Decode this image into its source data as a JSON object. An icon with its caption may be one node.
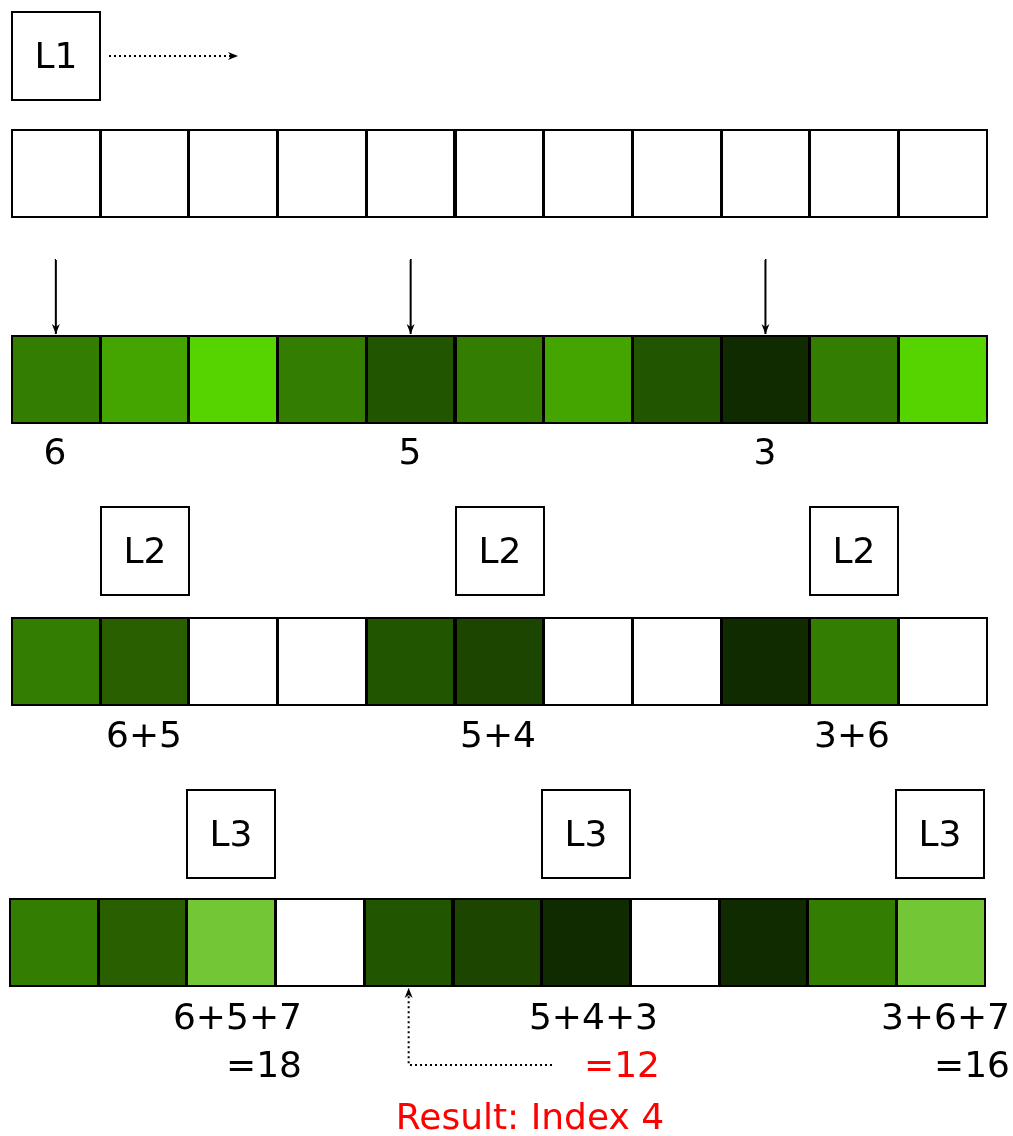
{
  "diagram": {
    "nodes": [
      {
        "text": [
          "L1"
        ]
      },
      {
        "text": [],
        "shape": "box"
      },
      {
        "text": [],
        "shape": "box"
      },
      {
        "text": [],
        "shape": "box"
      },
      {
        "text": [],
        "shape": "box"
      },
      {
        "text": [],
        "shape": "box"
      },
      {
        "text": [],
        "shape": "box"
      },
      {
        "text": [],
        "shape": "box"
      },
      {
        "text": [],
        "shape": "box"
      },
      {
        "text": [],
        "shape": "box"
      },
      {
        "text": [],
        "shape": "box"
      },
      {
        "text": [],
        "shape": "box"
      },
      {
        "text": [],
        "shape": "box"
      },
      {
        "text": [],
        "shape": "box"
      },
      {
        "text": [],
        "shape": "box"
      },
      {
        "text": [],
        "shape": "box"
      },
      {
        "text": [],
        "shape": "box"
      },
      {
        "text": [],
        "shape": "box"
      },
      {
        "text": [],
        "shape": "box"
      },
      {
        "text": [],
        "shape": "box"
      },
      {
        "text": [],
        "shape": "box"
      },
      {
        "text": [],
        "shape": "box"
      },
      {
        "text": [],
        "shape": "box"
      },
      {
        "text": [
          "L2"
        ]
      },
      {
        "text": [
          "L2"
        ]
      },
      {
        "text": [
          "L2"
        ]
      },
      {
        "text": [],
        "shape": "box"
      },
      {
        "text": [],
        "shape": "box"
      },
      {
        "text": [],
        "shape": "box"
      },
      {
        "text": [],
        "shape": "box"
      },
      {
        "text": [],
        "shape": "box"
      },
      {
        "text": [],
        "shape": "box"
      },
      {
        "text": [],
        "shape": "box"
      },
      {
        "text": [],
        "shape": "box"
      },
      {
        "text": [],
        "shape": "box"
      },
      {
        "text": [],
        "shape": "box"
      },
      {
        "text": [],
        "shape": "box"
      },
      {
        "text": [
          "L3"
        ]
      },
      {
        "text": [
          "L3"
        ]
      },
      {
        "text": [
          "L3"
        ]
      },
      {
        "text": [],
        "shape": "box"
      },
      {
        "text": [],
        "shape": "box"
      },
      {
        "text": [],
        "shape": "box"
      },
      {
        "text": [],
        "shape": "box"
      },
      {
        "text": [],
        "shape": "box"
      },
      {
        "text": [],
        "shape": "box"
      },
      {
        "text": [],
        "shape": "box"
      },
      {
        "text": [],
        "shape": "box"
      },
      {
        "text": [],
        "shape": "box"
      },
      {
        "text": [],
        "shape": "box"
      },
      {
        "text": [],
        "shape": "box"
      },
      {
        "text": [
          "=12"
        ]
      }
    ],
    "edges": [
      {
        "from": 0,
        "to": null,
        "arrow": "to",
        "style": "dashed"
      },
      {
        "from": null,
        "to": 12,
        "arrow": "to"
      },
      {
        "from": null,
        "to": 16,
        "arrow": "to"
      },
      {
        "from": null,
        "to": 20,
        "arrow": "to"
      },
      {
        "from": 51,
        "to": 44,
        "arrow": "to",
        "style": "dashed"
      }
    ],
    "labels": [
      "6",
      "5",
      "3",
      "6+5",
      "5+4",
      "3+6",
      "6+5+7 =18",
      "5+4+3",
      "3+6+7 =16",
      "Result: Index 4"
    ]
  }
}
